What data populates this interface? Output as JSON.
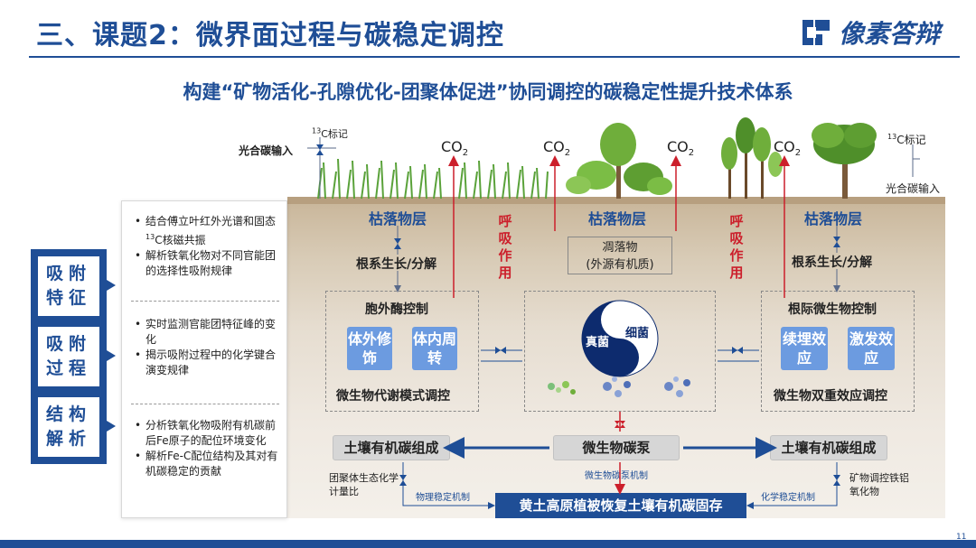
{
  "header": {
    "title": "三、课题2：微界面过程与碳稳定调控",
    "logo_text": "像素答辩"
  },
  "subtitle": "构建“矿物活化-孔隙优化-团聚体促进”协同调控的碳稳定性提升技术体系",
  "top": {
    "c13_label_left": "C标记",
    "c13_label_right": "C标记",
    "c13_sup": "13",
    "photo_input_left": "光合碳输入",
    "photo_input_right": "光合碳输入",
    "co2": [
      "CO",
      "CO",
      "CO",
      "CO"
    ],
    "co2_sub": "2"
  },
  "left_panel": {
    "group1": [
      "结合傅立叶红外光谱和固态",
      "C核磁共振",
      "解析铁氧化物对不同官能团的选择性吸附规律"
    ],
    "group1_sup": "13",
    "group2": [
      "实时监测官能团特征峰的变化",
      "揭示吸附过程中的化学键合演变规律"
    ],
    "group3": [
      "分析铁氧化物吸附有机碳前后Fe原子的配位环境变化",
      "解析Fe-C配位结构及其对有机碳稳定的贡献"
    ],
    "bullet": "•"
  },
  "categories": [
    {
      "line1": "吸附",
      "line2": "特征"
    },
    {
      "line1": "吸附",
      "line2": "过程"
    },
    {
      "line1": "结构",
      "line2": "解析"
    }
  ],
  "diagram": {
    "litter_left": "枯落物层",
    "litter_mid": "枯落物层",
    "litter_right": "枯落物层",
    "root_left": "根系生长/分解",
    "root_right": "根系生长/分解",
    "respiration": "呼吸作用",
    "withered_line1": "凋落物",
    "withered_line2": "(外源有机质)",
    "extracellular_title": "胞外酶控制",
    "enzyme_box1": "体外修饰",
    "enzyme_box2": "体内周转",
    "metabolic": "微生物代谢模式调控",
    "rhizo_title": "根际微生物控制",
    "rhizo_box1": "续埋效应",
    "rhizo_box2": "激发效应",
    "dual": "微生物双重效应调控",
    "fungi": "真菌",
    "bacteria": "细菌",
    "soc_left": "土壤有机碳组成",
    "soc_right": "土壤有机碳组成",
    "microbial_pump": "微生物碳泵",
    "pump_mech": "微生物碳泵机制",
    "aggregate": "团聚体生态化学计量比",
    "physical_mech": "物理稳定机制",
    "chemical_mech": "化学稳定机制",
    "mineral": "矿物调控铁铝氧化物",
    "bottom": "黄土高原植被恢复土壤有机碳固存"
  },
  "page_number": "11",
  "colors": {
    "primary": "#1f4e96",
    "red": "#cc1f2b",
    "light_blue": "#6c9be0"
  }
}
